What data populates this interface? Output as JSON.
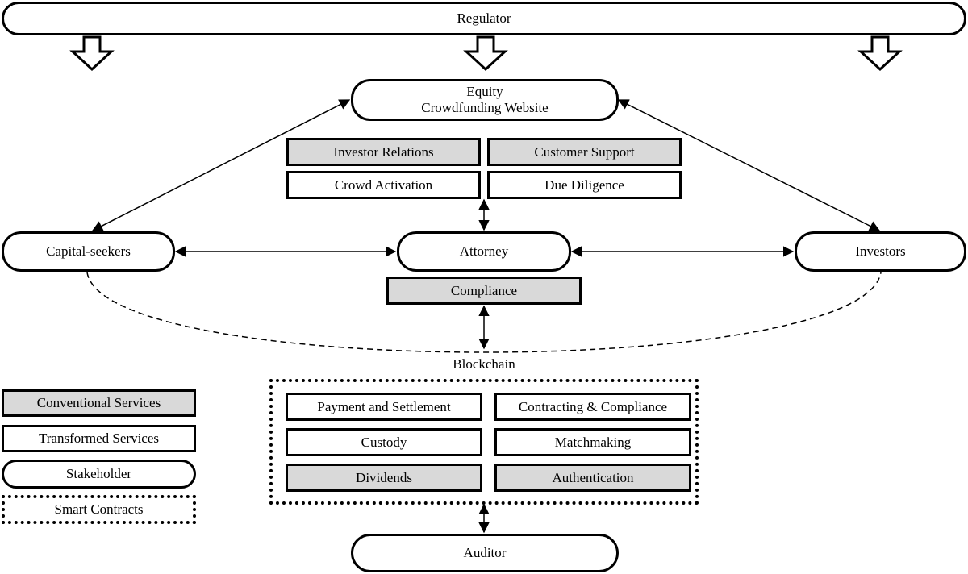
{
  "diagram": {
    "regulator": "Regulator",
    "equity_website": [
      "Equity",
      "Crowdfunding Website"
    ],
    "services_top": {
      "investor_relations": "Investor Relations",
      "customer_support": "Customer Support",
      "crowd_activation": "Crowd Activation",
      "due_diligence": "Due Diligence"
    },
    "capital_seekers": "Capital-seekers",
    "attorney": "Attorney",
    "investors": "Investors",
    "compliance": "Compliance",
    "blockchain": "Blockchain",
    "smart_contracts": {
      "payment_settlement": "Payment and Settlement",
      "contracting_compliance": "Contracting & Compliance",
      "custody": "Custody",
      "matchmaking": "Matchmaking",
      "dividends": "Dividends",
      "authentication": "Authentication"
    },
    "auditor": "Auditor"
  },
  "legend": {
    "conventional": "Conventional Services",
    "transformed": "Transformed Services",
    "stakeholder": "Stakeholder",
    "smart": "Smart Contracts"
  },
  "colors": {
    "conventional_fill": "#d9d9d9",
    "transformed_fill": "#ffffff",
    "stroke": "#000000"
  }
}
